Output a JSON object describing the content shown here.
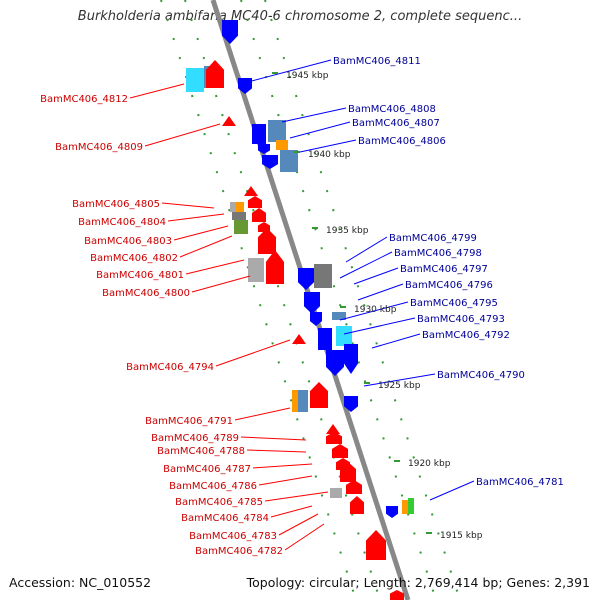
{
  "title": "Burkholderia ambifaria MC40-6 chromosome 2, complete sequenc...",
  "accession": "Accession: NC_010552",
  "summary": "Topology: circular; Length: 2,769,414 bp; Genes: 2,391",
  "colors": {
    "forward_gene": "#ff0000",
    "reverse_gene": "#0000ff",
    "forward_label": "#cc0000",
    "reverse_label": "#000099",
    "backbone": "#888888",
    "tick": "#339933",
    "cyan_gene": "#33ddff",
    "steel_gene": "#5588bb",
    "orange_gene": "#ff9900",
    "gray_gene": "#aaaaaa",
    "olive_gene": "#669933",
    "dark_gray_gene": "#777777",
    "green_gene": "#33cc33"
  },
  "ticks": [
    "1945 kbp",
    "1940 kbp",
    "1935 kbp",
    "1930 kbp",
    "1925 kbp",
    "1920 kbp",
    "1915 kbp"
  ],
  "reverse_labels": [
    "BamMC406_4811",
    "BamMC406_4808",
    "BamMC406_4807",
    "BamMC406_4806",
    "BamMC406_4799",
    "BamMC406_4798",
    "BamMC406_4797",
    "BamMC406_4796",
    "BamMC406_4795",
    "BamMC406_4793",
    "BamMC406_4792",
    "BamMC406_4790",
    "BamMC406_4781"
  ],
  "forward_labels": [
    "BamMC406_4812",
    "BamMC406_4809",
    "BamMC406_4805",
    "BamMC406_4804",
    "BamMC406_4803",
    "BamMC406_4802",
    "BamMC406_4801",
    "BamMC406_4800",
    "BamMC406_4794",
    "BamMC406_4791",
    "BamMC406_4789",
    "BamMC406_4788",
    "BamMC406_4787",
    "BamMC406_4786",
    "BamMC406_4785",
    "BamMC406_4784",
    "BamMC406_4783",
    "BamMC406_4782"
  ]
}
